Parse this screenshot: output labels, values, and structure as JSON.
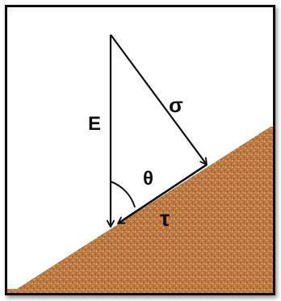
{
  "labels": {
    "e": "E",
    "sigma": "σ",
    "theta": "θ",
    "tau": "τ"
  },
  "colors": {
    "frame": "#0f0f0f",
    "line": "#111111",
    "soil_base": "#b9773f",
    "soil_light": "#d9a06a",
    "soil_dark": "#7d4a22"
  }
}
